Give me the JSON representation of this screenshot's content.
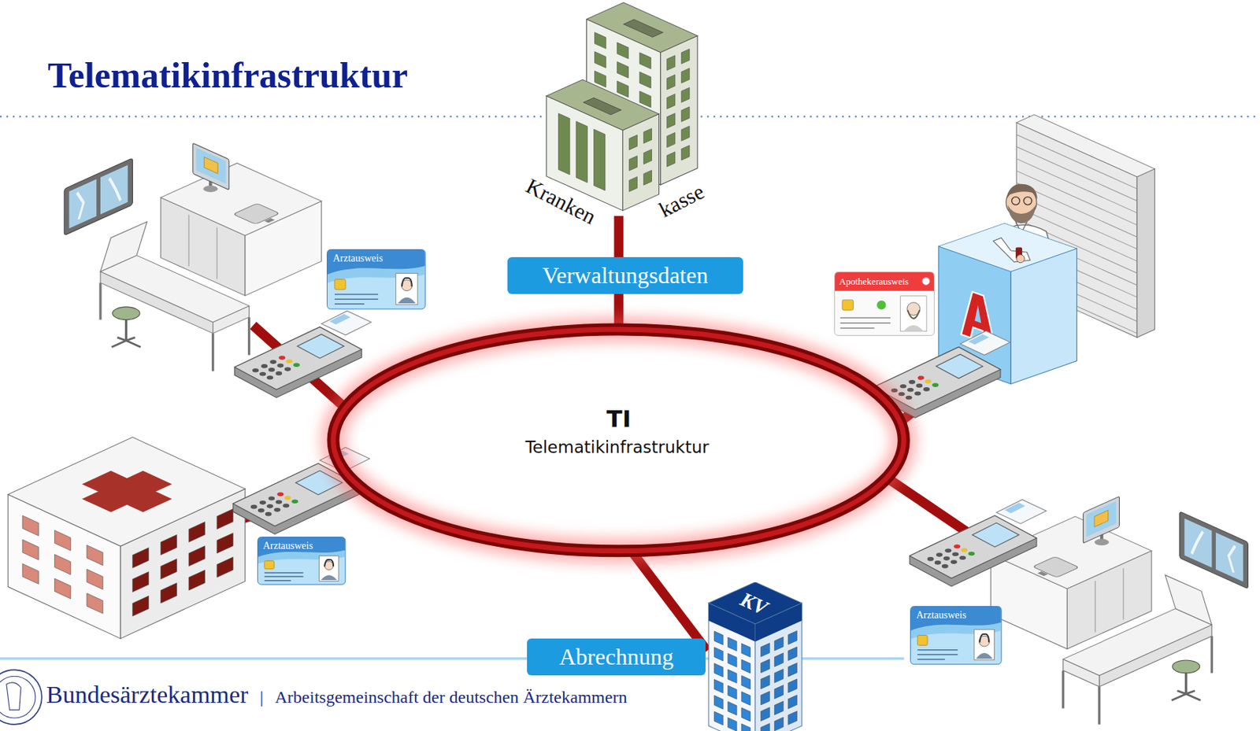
{
  "diagram": {
    "title": "Telematikinfrastruktur",
    "nodes": [
      {
        "text": [
          "Kranken",
          "kasse"
        ]
      },
      {
        "text": [
          "Arztausweis"
        ]
      },
      {
        "text": [
          "Apothekerausweis"
        ]
      },
      {
        "text": [
          "TI",
          "Telematikinfrastruktur"
        ]
      },
      {
        "text": [
          "Arztausweis"
        ]
      },
      {
        "text": [
          "KV"
        ]
      },
      {
        "text": [
          "Arztausweis"
        ]
      }
    ],
    "edges": [
      {
        "from": 3,
        "to": 0,
        "label": "Verwaltungsdaten",
        "arrow": "none"
      },
      {
        "from": 3,
        "to": 5,
        "label": "Abrechnung",
        "arrow": "none"
      }
    ],
    "labels": [
      "Bundesärztekammer",
      "|",
      "Arbeitsgemeinschaft der deutschen Ärztekammern"
    ]
  }
}
